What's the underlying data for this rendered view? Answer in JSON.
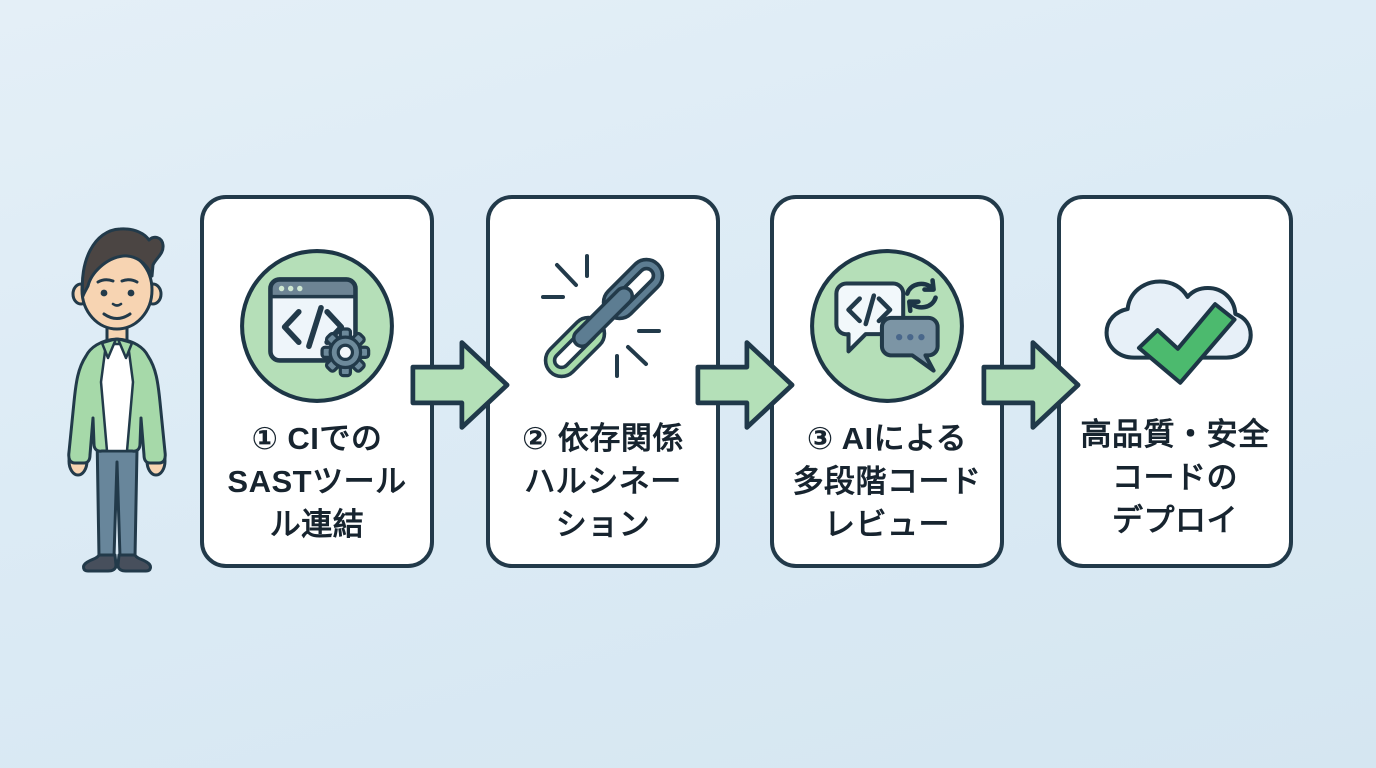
{
  "title": "AI-assisted secure code delivery workflow",
  "colors": {
    "background": "#dcebf5",
    "card_bg": "#ffffff",
    "outline_dark": "#223a4a",
    "accent_green_light": "#b5dfb8",
    "accent_green_check": "#4cba6e",
    "slate_gray": "#6d8a9b",
    "text": "#17242f"
  },
  "person": {
    "description": "developer-character"
  },
  "steps": [
    {
      "icon": "code-window-gear-icon",
      "lines": [
        "① CIでの",
        "SASTツール",
        "ル連結"
      ]
    },
    {
      "icon": "broken-chain-icon",
      "lines": [
        "② 依存関係",
        "ハルシネー",
        "ション"
      ]
    },
    {
      "icon": "ai-code-review-chat-icon",
      "lines": [
        "③ AIによる",
        "多段階コード",
        "レビュー"
      ]
    },
    {
      "icon": "cloud-check-icon",
      "lines": [
        "高品質・安全",
        "コードの",
        "デプロイ"
      ]
    }
  ],
  "arrows": {
    "icon": "flow-arrow-right",
    "count": 3
  }
}
